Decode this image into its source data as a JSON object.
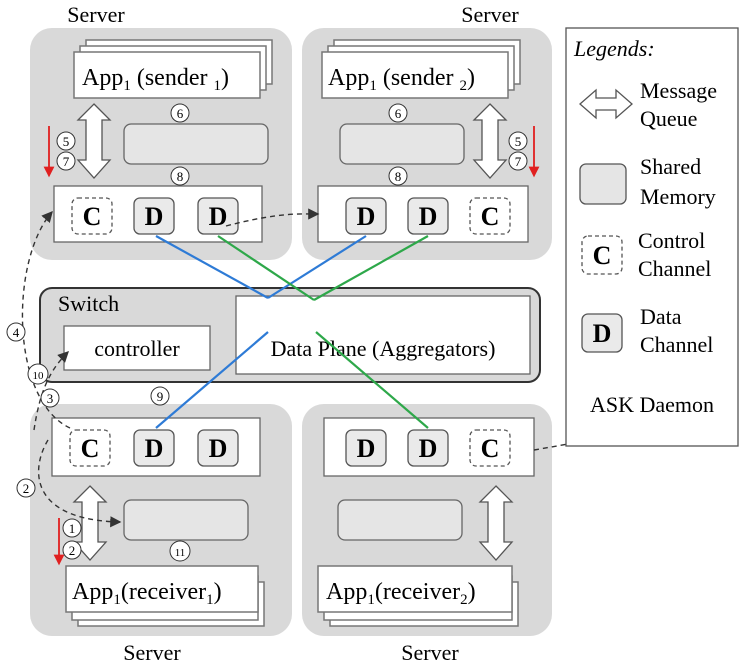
{
  "servers": {
    "top_left": {
      "label": "Server",
      "app": {
        "name": "App",
        "sub1": "1",
        "role": " (sender ",
        "sub2": "1",
        "close": ")"
      }
    },
    "top_right": {
      "label": "Server",
      "app": {
        "name": "App",
        "sub1": "1",
        "role": " (sender ",
        "sub2": "2",
        "close": ")"
      }
    },
    "bottom_left": {
      "label": "Server",
      "app": {
        "name": "App",
        "sub1": "1",
        "role": "(receiver",
        "sub2": "1",
        "close": ")"
      }
    },
    "bottom_right": {
      "label": "Server",
      "app": {
        "name": "App",
        "sub1": "1",
        "role": "(receiver",
        "sub2": "2",
        "close": ")"
      }
    }
  },
  "channels": {
    "control": "C",
    "data": "D"
  },
  "switch": {
    "title": "Switch",
    "controller": "controller",
    "data_plane": "Data Plane (Aggregators)"
  },
  "steps": {
    "s1": "1",
    "s2": "2",
    "s3": "3",
    "s4": "4",
    "s5": "5",
    "s6": "6",
    "s7": "7",
    "s8": "8",
    "s9": "9",
    "s10": "10",
    "s11": "11"
  },
  "legend": {
    "title": "Legends:",
    "message_queue": [
      "Message",
      "Queue"
    ],
    "shared_memory": [
      "Shared",
      "Memory"
    ],
    "control_channel": [
      "Control",
      "Channel"
    ],
    "data_channel": [
      "Data",
      "Channel"
    ],
    "daemon": "ASK Daemon"
  },
  "colors": {
    "server_bg": "#d9d9d9",
    "blue_path": "#2e7bd6",
    "green_path": "#2ea84a",
    "red_marker": "#e02020"
  }
}
